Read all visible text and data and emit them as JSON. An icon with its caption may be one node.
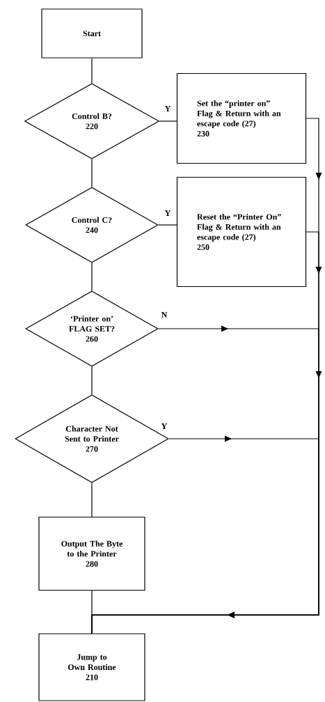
{
  "diagram": {
    "nodes": [
      {
        "text": [
          "Start"
        ]
      },
      {
        "text": [
          "Control B?",
          "220"
        ]
      },
      {
        "text": [
          "Set the “printer on” Flag & Return with an escape code (27)",
          "230"
        ]
      },
      {
        "text": [
          "Control C?",
          "240"
        ]
      },
      {
        "text": [
          "Reset the “Printer On” Flag & Return with an escape code (27)",
          "250"
        ]
      },
      {
        "text": [
          "‘Printer on’ FLAG SET?",
          "260"
        ]
      },
      {
        "text": [
          "Character Not Sent to Printer",
          "270"
        ]
      },
      {
        "text": [
          "Output The Byte to the Printer",
          "280"
        ]
      },
      {
        "text": [
          "Jump to Own Routine",
          "210"
        ]
      }
    ],
    "edges": [
      {
        "from": 0,
        "to": 1,
        "arrow": "none"
      },
      {
        "from": 1,
        "to": 2,
        "arrow": "none",
        "label": "Y"
      },
      {
        "from": 1,
        "to": 3,
        "arrow": "none"
      },
      {
        "from": 3,
        "to": 4,
        "arrow": "none",
        "label": "Y"
      },
      {
        "from": 3,
        "to": 5,
        "arrow": "none"
      },
      {
        "from": 5,
        "to": 6,
        "arrow": "none"
      },
      {
        "from": 6,
        "to": 7,
        "arrow": "none"
      },
      {
        "from": 7,
        "to": 8,
        "arrow": "none"
      },
      {
        "from": 2,
        "to": 8,
        "arrow": "to"
      },
      {
        "from": 4,
        "to": 8,
        "arrow": "to"
      },
      {
        "from": 5,
        "to": 8,
        "arrow": "to",
        "label": "N"
      },
      {
        "from": 6,
        "to": 8,
        "arrow": "to",
        "label": "Y"
      }
    ]
  }
}
